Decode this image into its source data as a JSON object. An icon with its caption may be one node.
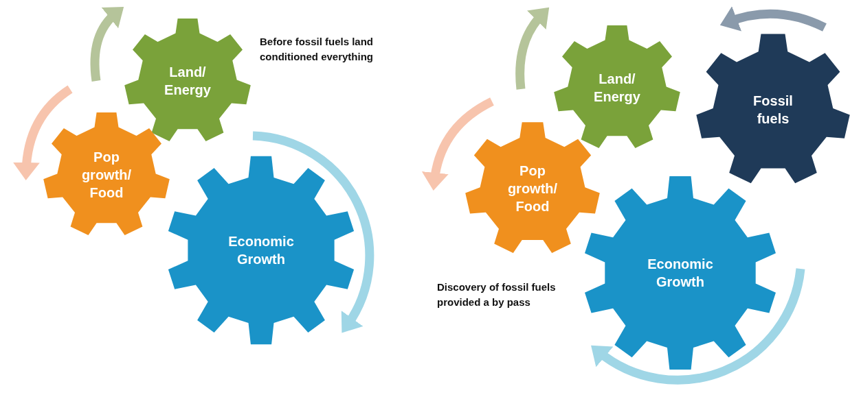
{
  "diagram": {
    "nodes": [
      {
        "text": [
          "Land/ Energy"
        ]
      },
      {
        "text": [
          "Pop growth/ Food"
        ]
      },
      {
        "text": [
          "Economic Growth"
        ]
      },
      {
        "text": [
          "Land/ Energy"
        ]
      },
      {
        "text": [
          "Fossil fuels"
        ]
      },
      {
        "text": [
          "Pop growth/ Food"
        ]
      },
      {
        "text": [
          "Economic Growth"
        ]
      }
    ],
    "labels": [
      "Before fossil fuels land conditioned everything",
      "Discovery of fossil fuels provided a by pass"
    ]
  }
}
